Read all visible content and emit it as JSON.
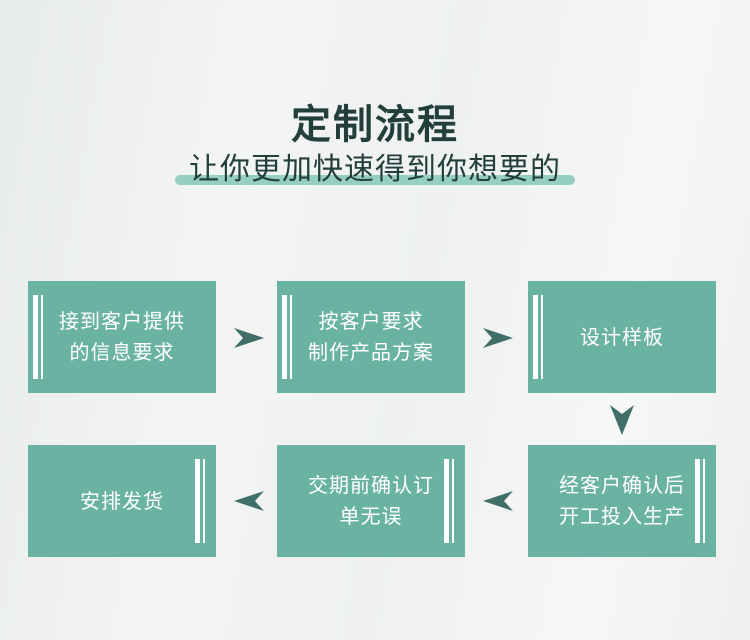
{
  "header": {
    "title": "定制流程",
    "subtitle": "让你更加快速得到你想要的"
  },
  "colors": {
    "box": "#6ab3a3",
    "arrow": "#3f6f68",
    "title": "#233f3c",
    "highlight": "#95cfc1"
  },
  "steps": [
    {
      "label": "接到客户提供\n的信息要求"
    },
    {
      "label": "按客户要求\n制作产品方案"
    },
    {
      "label": "设计样板"
    },
    {
      "label": "经客户确认后\n开工投入生产"
    },
    {
      "label": "交期前确认订\n单无误"
    },
    {
      "label": "安排发货"
    }
  ],
  "arrows": [
    "right",
    "right",
    "down",
    "left",
    "left"
  ]
}
